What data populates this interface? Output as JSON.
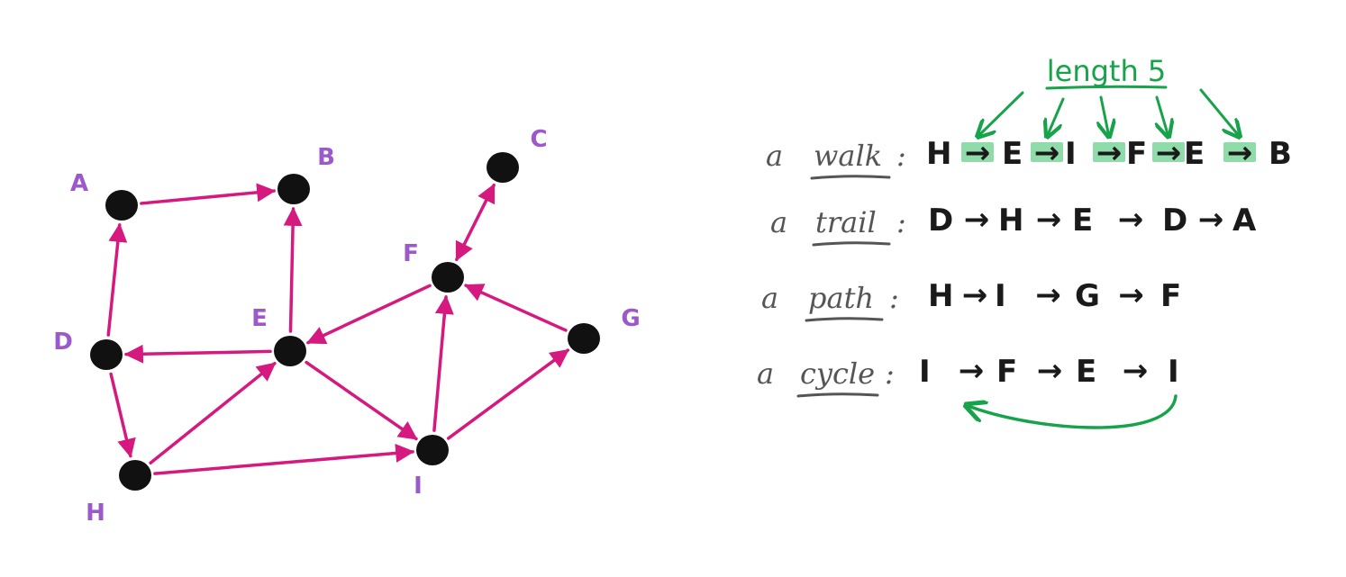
{
  "colors": {
    "edge": "#d6197f",
    "node": "#111111",
    "node_label": "#9b59c9",
    "highlight": "#17a34a",
    "highlight_fill": "#8fdcaa",
    "text": "#1a1a1a",
    "muted": "#555555"
  },
  "graph": {
    "nodes": [
      {
        "id": "A",
        "label": "A"
      },
      {
        "id": "B",
        "label": "B"
      },
      {
        "id": "C",
        "label": "C"
      },
      {
        "id": "D",
        "label": "D"
      },
      {
        "id": "E",
        "label": "E"
      },
      {
        "id": "F",
        "label": "F"
      },
      {
        "id": "G",
        "label": "G"
      },
      {
        "id": "H",
        "label": "H"
      },
      {
        "id": "I",
        "label": "I"
      }
    ],
    "edges": [
      {
        "from": "A",
        "to": "B",
        "bidirectional": false
      },
      {
        "from": "D",
        "to": "A",
        "bidirectional": false
      },
      {
        "from": "E",
        "to": "B",
        "bidirectional": false
      },
      {
        "from": "E",
        "to": "D",
        "bidirectional": false
      },
      {
        "from": "D",
        "to": "H",
        "bidirectional": false
      },
      {
        "from": "H",
        "to": "E",
        "bidirectional": false
      },
      {
        "from": "H",
        "to": "I",
        "bidirectional": false
      },
      {
        "from": "E",
        "to": "I",
        "bidirectional": false
      },
      {
        "from": "I",
        "to": "F",
        "bidirectional": false
      },
      {
        "from": "F",
        "to": "E",
        "bidirectional": false
      },
      {
        "from": "I",
        "to": "G",
        "bidirectional": false
      },
      {
        "from": "G",
        "to": "F",
        "bidirectional": false
      },
      {
        "from": "C",
        "to": "F",
        "bidirectional": true
      }
    ]
  },
  "sequences": [
    {
      "article": "a",
      "kind": "walk",
      "separator": ":",
      "steps": [
        "H",
        "E",
        "I",
        "F",
        "E",
        "B"
      ],
      "highlight_arrows": true
    },
    {
      "article": "a",
      "kind": "trail",
      "separator": ":",
      "steps": [
        "D",
        "H",
        "E",
        "D",
        "A"
      ],
      "highlight_arrows": false
    },
    {
      "article": "a",
      "kind": "path",
      "separator": ":",
      "steps": [
        "H",
        "I",
        "G",
        "F"
      ],
      "highlight_arrows": false
    },
    {
      "article": "a",
      "kind": "cycle",
      "separator": ":",
      "steps": [
        "I",
        "F",
        "E",
        "I"
      ],
      "highlight_arrows": false,
      "loop_back": true
    }
  ],
  "length_annotation": {
    "text": "length 5"
  },
  "arrow_glyph": "→"
}
